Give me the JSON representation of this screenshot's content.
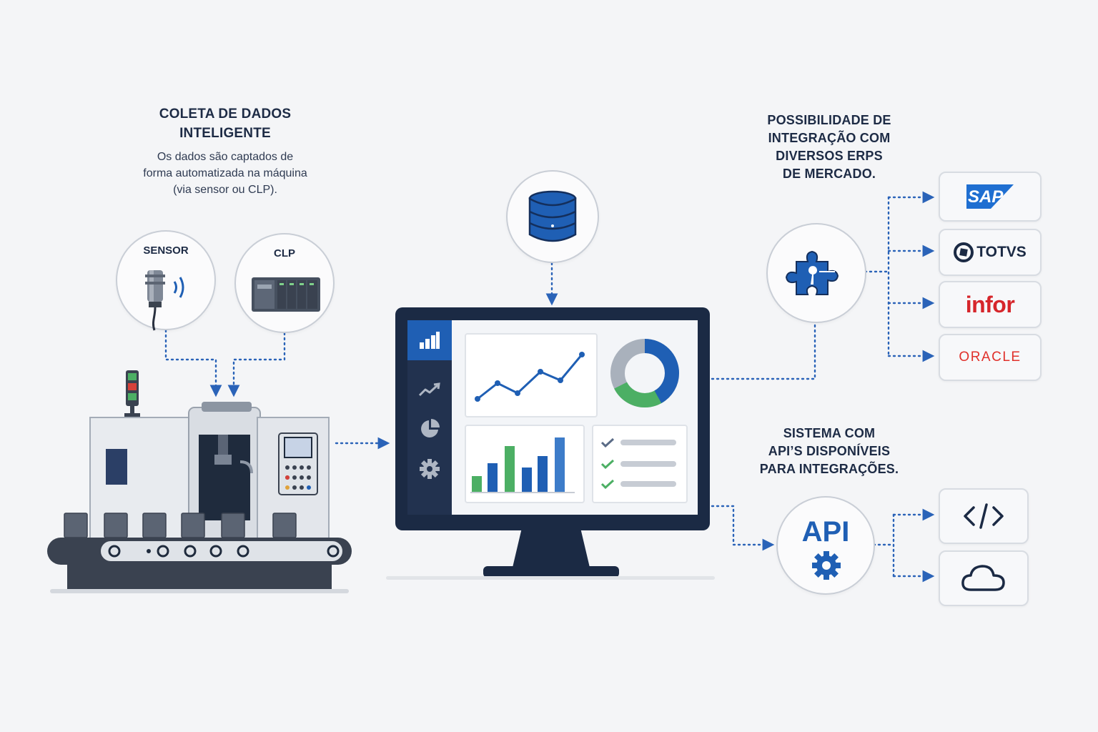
{
  "data_collection": {
    "title_line1": "COLETA DE DADOS",
    "title_line2": "INTELIGENTE",
    "desc_line1": "Os dados são captados de",
    "desc_line2": "forma automatizada na máquina",
    "desc_line3": "(via sensor ou CLP)."
  },
  "sources": [
    {
      "label": "SENSOR",
      "icon": "proximity-sensor-icon"
    },
    {
      "label": "CLP",
      "icon": "plc-icon"
    }
  ],
  "database": {
    "icon": "database-icon"
  },
  "dashboard": {
    "sidebar_icons": [
      "bar-chart-icon",
      "trend-line-icon",
      "pie-chart-icon",
      "gear-icon"
    ],
    "donut_colors": [
      "#1f5fb4",
      "#4caf64",
      "#a9b1bc"
    ]
  },
  "erp": {
    "title_line1": "POSSIBILIDADE DE",
    "title_line2": "INTEGRAÇÃO COM",
    "title_line3": "DIVERSOS ERPS",
    "title_line4": "DE MERCADO.",
    "icon": "puzzle-icon",
    "logos": [
      {
        "name": "SAP",
        "color": "#1f6fd1"
      },
      {
        "name": "TOTVS",
        "color": "#1b2a44"
      },
      {
        "name": "infor",
        "color": "#d6262b"
      },
      {
        "name": "ORACLE",
        "color": "#e0312b"
      }
    ]
  },
  "api": {
    "title_line1": "SISTEMA COM",
    "title_line2": "API’S DISPONÍVEIS",
    "title_line3": "PARA INTEGRAÇÕES.",
    "badge": "API",
    "targets": [
      {
        "icon": "code-icon"
      },
      {
        "icon": "cloud-icon"
      }
    ]
  },
  "colors": {
    "navy": "#1b2a44",
    "blue": "#1f5fb4",
    "green": "#4caf64",
    "connector": "#2a63b8"
  }
}
